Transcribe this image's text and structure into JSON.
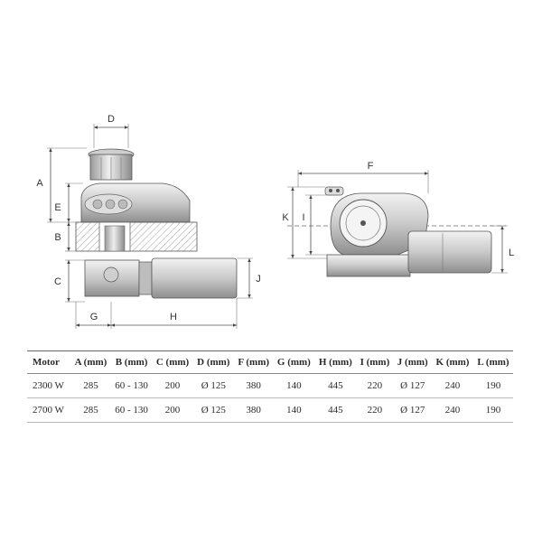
{
  "dimension_labels": {
    "A": "A",
    "B": "B",
    "C": "C",
    "D": "D",
    "E": "E",
    "F": "F",
    "G": "G",
    "H": "H",
    "I": "I",
    "J": "J",
    "K": "K",
    "L": "L"
  },
  "table": {
    "headers": [
      "Motor",
      "A (mm)",
      "B (mm)",
      "C (mm)",
      "D (mm)",
      "F (mm)",
      "G (mm)",
      "H (mm)",
      "I (mm)",
      "J (mm)",
      "K (mm)",
      "L (mm)"
    ],
    "rows": [
      [
        "2300 W",
        "285",
        "60 - 130",
        "200",
        "Ø 125",
        "380",
        "140",
        "445",
        "220",
        "Ø 127",
        "240",
        "190"
      ],
      [
        "2700 W",
        "285",
        "60 - 130",
        "200",
        "Ø 125",
        "380",
        "140",
        "445",
        "220",
        "Ø 127",
        "240",
        "190"
      ]
    ]
  }
}
